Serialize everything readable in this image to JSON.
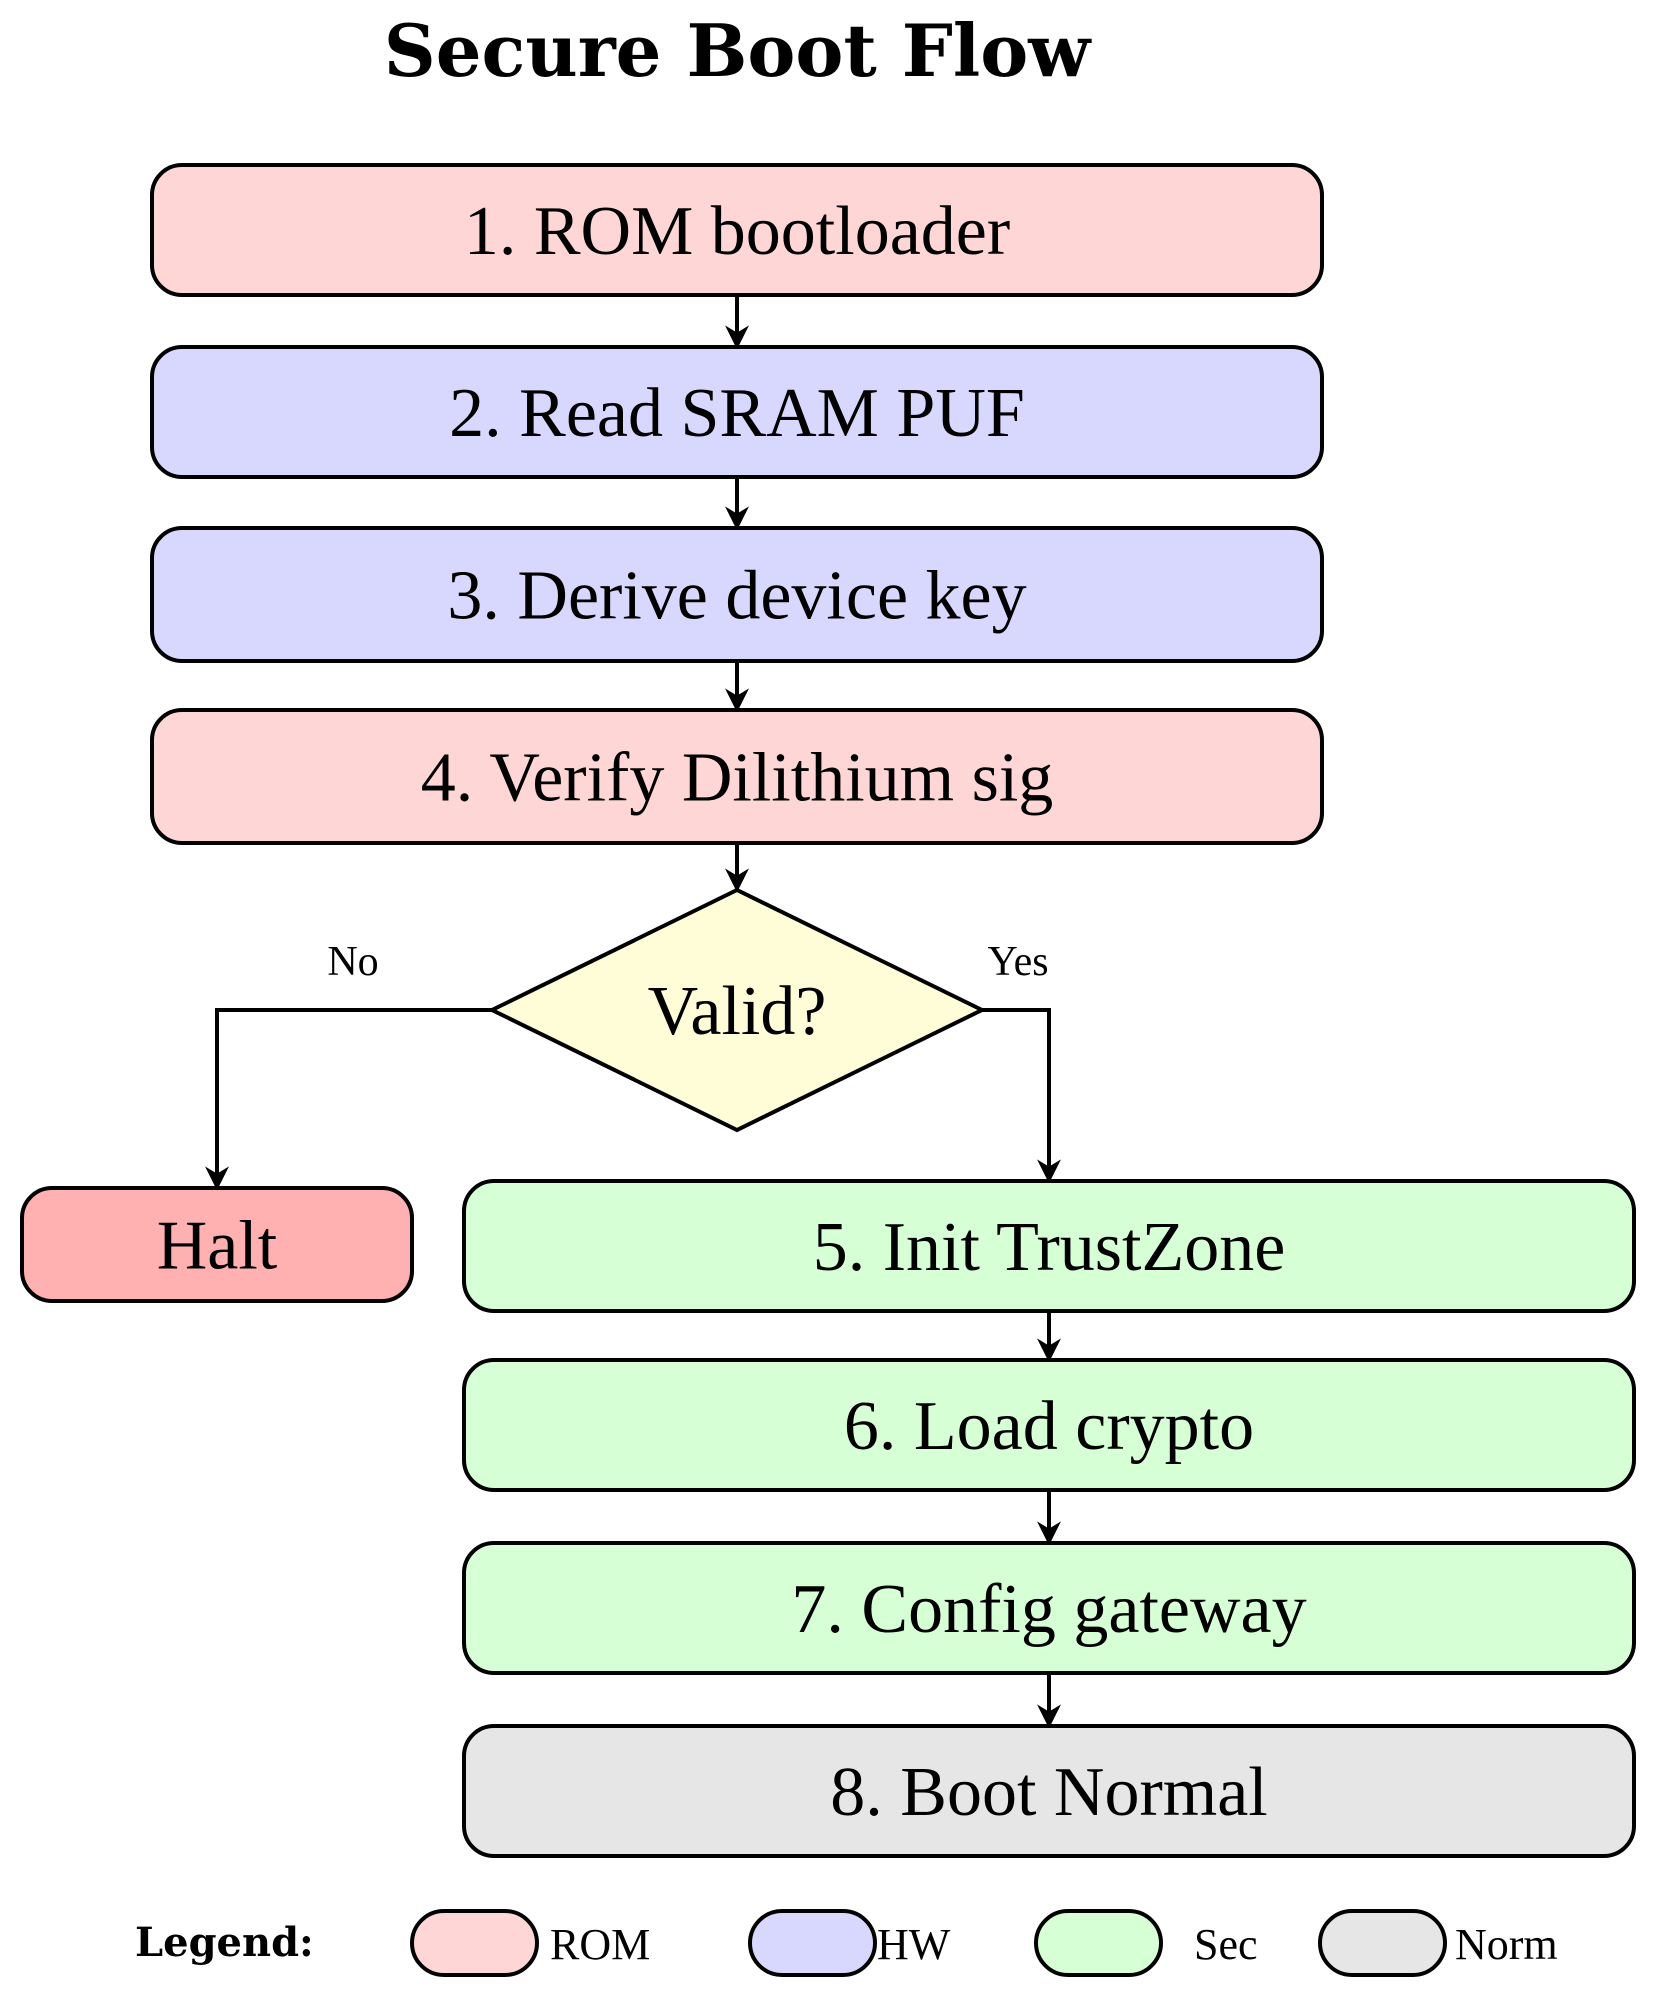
{
  "title": "Secure Boot Flow",
  "colors": {
    "rom": "#FFD6D6",
    "hw": "#D8D8FF",
    "sec": "#D6FFD6",
    "norm": "#E6E6E6",
    "decision": "#FFFDD8",
    "halt": "#FFB0B0"
  },
  "nodes": [
    {
      "id": "rom-bootloader",
      "label": "1. ROM bootloader",
      "category": "rom"
    },
    {
      "id": "read-sram-puf",
      "label": "2. Read SRAM PUF",
      "category": "hw"
    },
    {
      "id": "derive-device-key",
      "label": "3. Derive device key",
      "category": "hw"
    },
    {
      "id": "verify-dilithium-sig",
      "label": "4. Verify Dilithium sig",
      "category": "rom"
    },
    {
      "id": "valid-decision",
      "label": "Valid?",
      "category": "decision"
    },
    {
      "id": "halt",
      "label": "Halt",
      "category": "halt"
    },
    {
      "id": "init-trustzone",
      "label": "5. Init TrustZone",
      "category": "sec"
    },
    {
      "id": "load-crypto",
      "label": "6. Load crypto",
      "category": "sec"
    },
    {
      "id": "config-gateway",
      "label": "7. Config gateway",
      "category": "sec"
    },
    {
      "id": "boot-normal",
      "label": "8. Boot Normal",
      "category": "norm"
    }
  ],
  "edges": [
    {
      "from": "rom-bootloader",
      "to": "read-sram-puf",
      "label": ""
    },
    {
      "from": "read-sram-puf",
      "to": "derive-device-key",
      "label": ""
    },
    {
      "from": "derive-device-key",
      "to": "verify-dilithium-sig",
      "label": ""
    },
    {
      "from": "verify-dilithium-sig",
      "to": "valid-decision",
      "label": ""
    },
    {
      "from": "valid-decision",
      "to": "halt",
      "label": "No"
    },
    {
      "from": "valid-decision",
      "to": "init-trustzone",
      "label": "Yes"
    },
    {
      "from": "init-trustzone",
      "to": "load-crypto",
      "label": ""
    },
    {
      "from": "load-crypto",
      "to": "config-gateway",
      "label": ""
    },
    {
      "from": "config-gateway",
      "to": "boot-normal",
      "label": ""
    }
  ],
  "legend": {
    "title": "Legend:",
    "items": [
      {
        "label": "ROM",
        "category": "rom"
      },
      {
        "label": "HW",
        "category": "hw"
      },
      {
        "label": "Sec",
        "category": "sec"
      },
      {
        "label": "Norm",
        "category": "norm"
      }
    ]
  }
}
